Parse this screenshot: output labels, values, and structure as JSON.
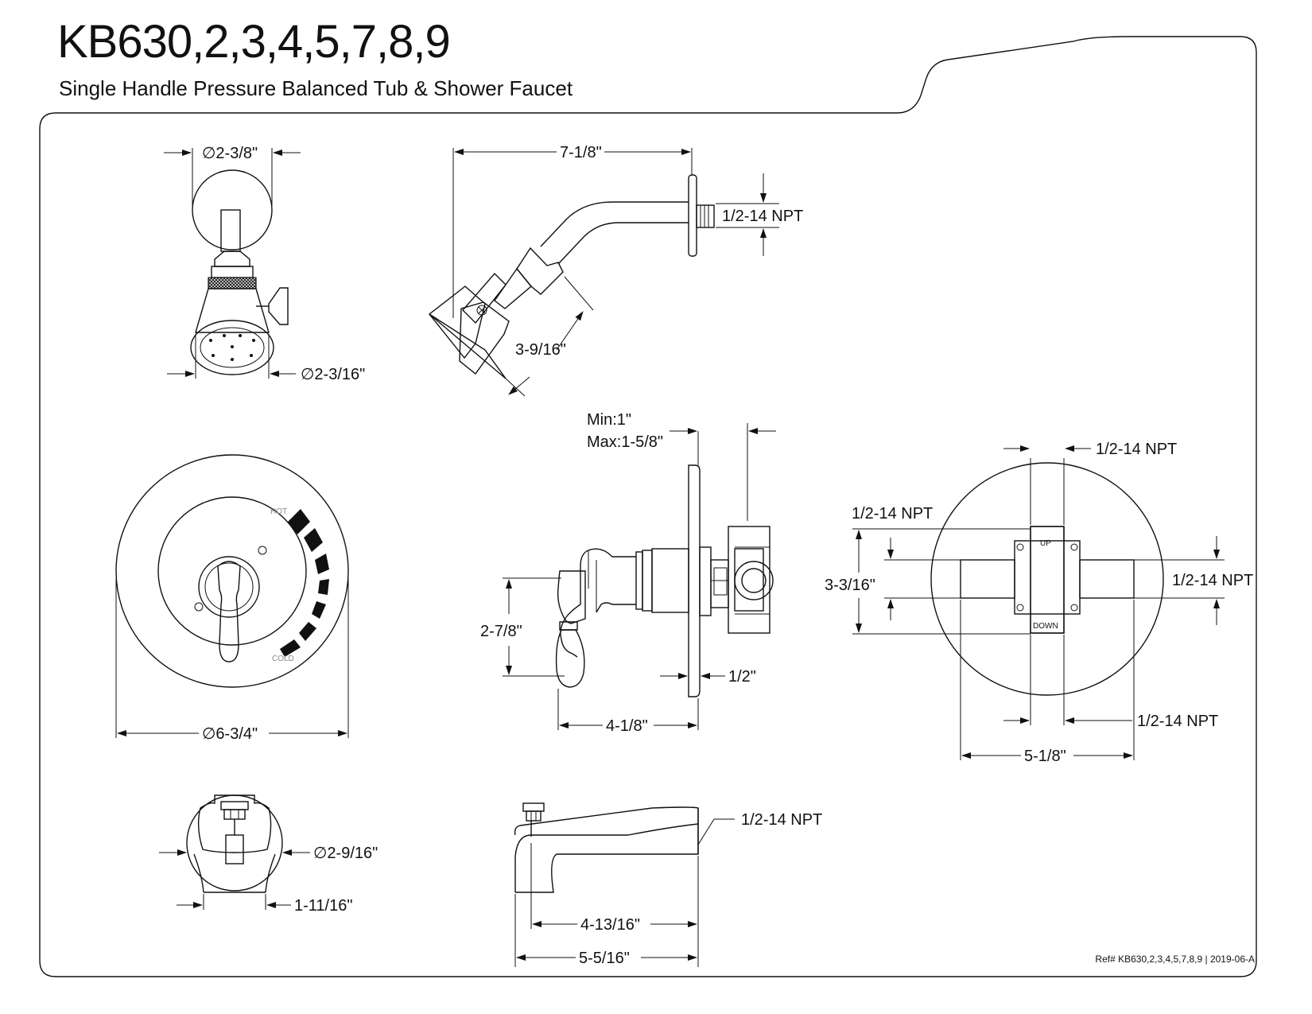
{
  "header": {
    "model": "KB630,2,3,4,5,7,8,9",
    "subtitle": "Single Handle Pressure Balanced Tub & Shower Faucet"
  },
  "showerhead_front": {
    "top_dim": "∅2-3/8\"",
    "bottom_dim": "∅2-3/16\""
  },
  "showerhead_side": {
    "arm_length": "7-1/8\"",
    "thread": "1/2-14 NPT",
    "head_depth": "3-9/16\""
  },
  "trim_front": {
    "hot_label": "HOT",
    "cold_label": "COLD",
    "diameter": "∅6-3/4\""
  },
  "valve_side": {
    "wall_min": "Min:1\"",
    "wall_max": "Max:1-5/8\"",
    "lever_height": "2-7/8\"",
    "plate_offset": "1/2\"",
    "projection": "4-1/8\""
  },
  "valve_body": {
    "top_port": "1/2-14 NPT",
    "left_port": "1/2-14 NPT",
    "right_port": "1/2-14 NPT",
    "bottom_port": "1/2-14 NPT",
    "height": "3-3/16\"",
    "width": "5-1/8\"",
    "up_label": "UP",
    "down_label": "DOWN"
  },
  "spout_front": {
    "diameter": "∅2-9/16\"",
    "width": "1-11/16\""
  },
  "spout_side": {
    "thread": "1/2-14 NPT",
    "reach": "4-13/16\"",
    "length": "5-5/16\""
  },
  "footer": {
    "reference": "Ref# KB630,2,3,4,5,7,8,9 | 2019-06-A"
  }
}
